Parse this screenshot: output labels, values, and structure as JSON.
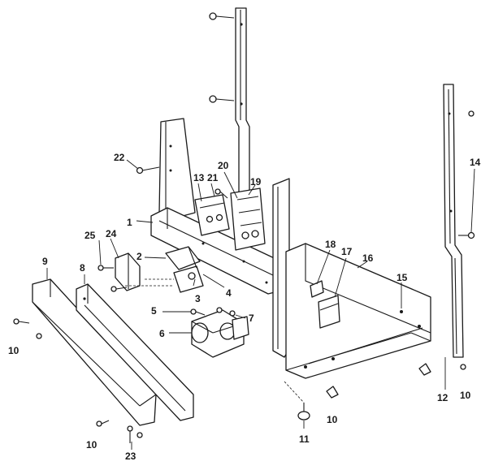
{
  "callouts": [
    {
      "id": "1",
      "text": "1"
    },
    {
      "id": "2",
      "text": "2"
    },
    {
      "id": "3",
      "text": "3"
    },
    {
      "id": "4",
      "text": "4"
    },
    {
      "id": "5",
      "text": "5"
    },
    {
      "id": "6",
      "text": "6"
    },
    {
      "id": "7",
      "text": "7"
    },
    {
      "id": "8",
      "text": "8"
    },
    {
      "id": "9",
      "text": "9"
    },
    {
      "id": "10a",
      "text": "10"
    },
    {
      "id": "10b",
      "text": "10"
    },
    {
      "id": "10c",
      "text": "10"
    },
    {
      "id": "10d",
      "text": "10"
    },
    {
      "id": "11",
      "text": "11"
    },
    {
      "id": "12",
      "text": "12"
    },
    {
      "id": "13",
      "text": "13"
    },
    {
      "id": "14",
      "text": "14"
    },
    {
      "id": "15",
      "text": "15"
    },
    {
      "id": "16",
      "text": "16"
    },
    {
      "id": "17",
      "text": "17"
    },
    {
      "id": "18",
      "text": "18"
    },
    {
      "id": "19",
      "text": "19"
    },
    {
      "id": "20",
      "text": "20"
    },
    {
      "id": "21",
      "text": "21"
    },
    {
      "id": "22",
      "text": "22"
    },
    {
      "id": "23",
      "text": "23"
    },
    {
      "id": "24",
      "text": "24"
    },
    {
      "id": "25",
      "text": "25"
    }
  ]
}
